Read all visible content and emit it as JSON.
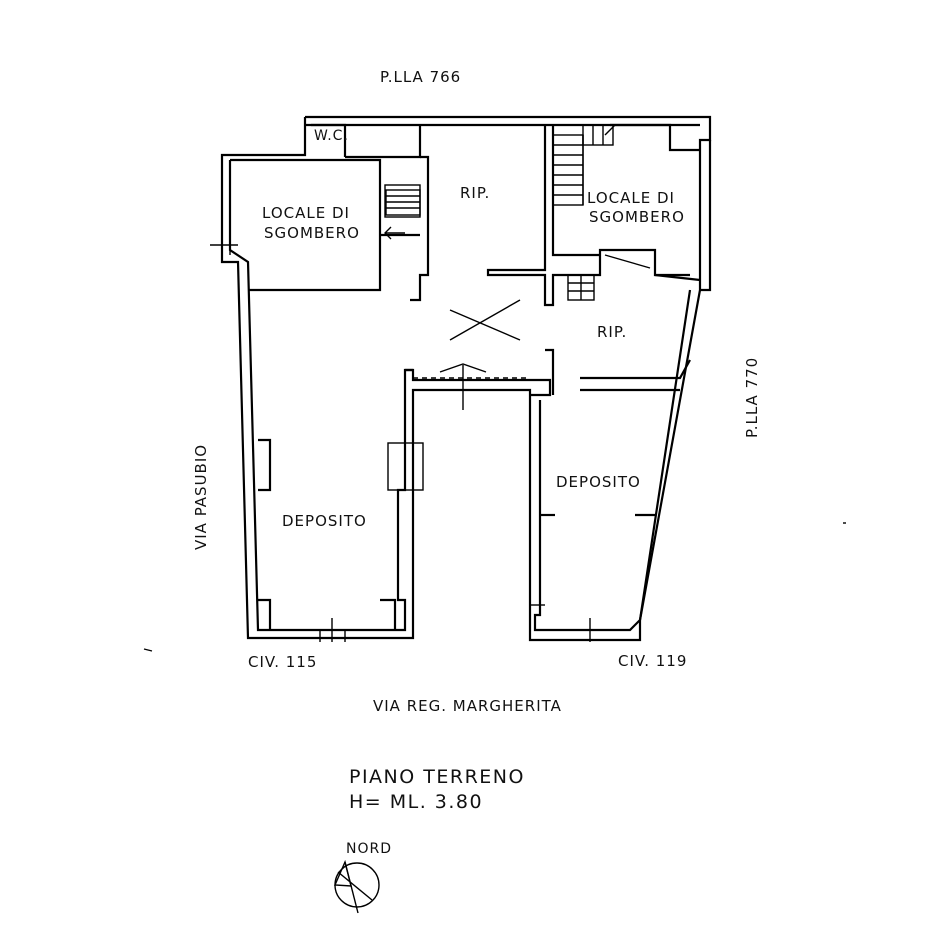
{
  "labels": {
    "plla_766": "P.LLA 766",
    "plla_770": "P.LLA 770",
    "via_pasubio": "VIA PASUBIO",
    "via_reg_margherita": "VIA REG. MARGHERITA",
    "civ_115": "CIV. 115",
    "civ_119": "CIV. 119"
  },
  "rooms": {
    "wc": "W.C.",
    "locale_left_line1": "LOCALE DI",
    "locale_left_line2": "SGOMBERO",
    "rip_top": "RIP.",
    "locale_right_line1": "LOCALE DI",
    "locale_right_line2": "SGOMBERO",
    "rip_mid": "RIP.",
    "deposito_left": "DEPOSITO",
    "deposito_right": "DEPOSITO"
  },
  "title": {
    "line1": "PIANO TERRENO",
    "line2": "H= ML. 3.80"
  },
  "north": {
    "label": "NORD"
  }
}
